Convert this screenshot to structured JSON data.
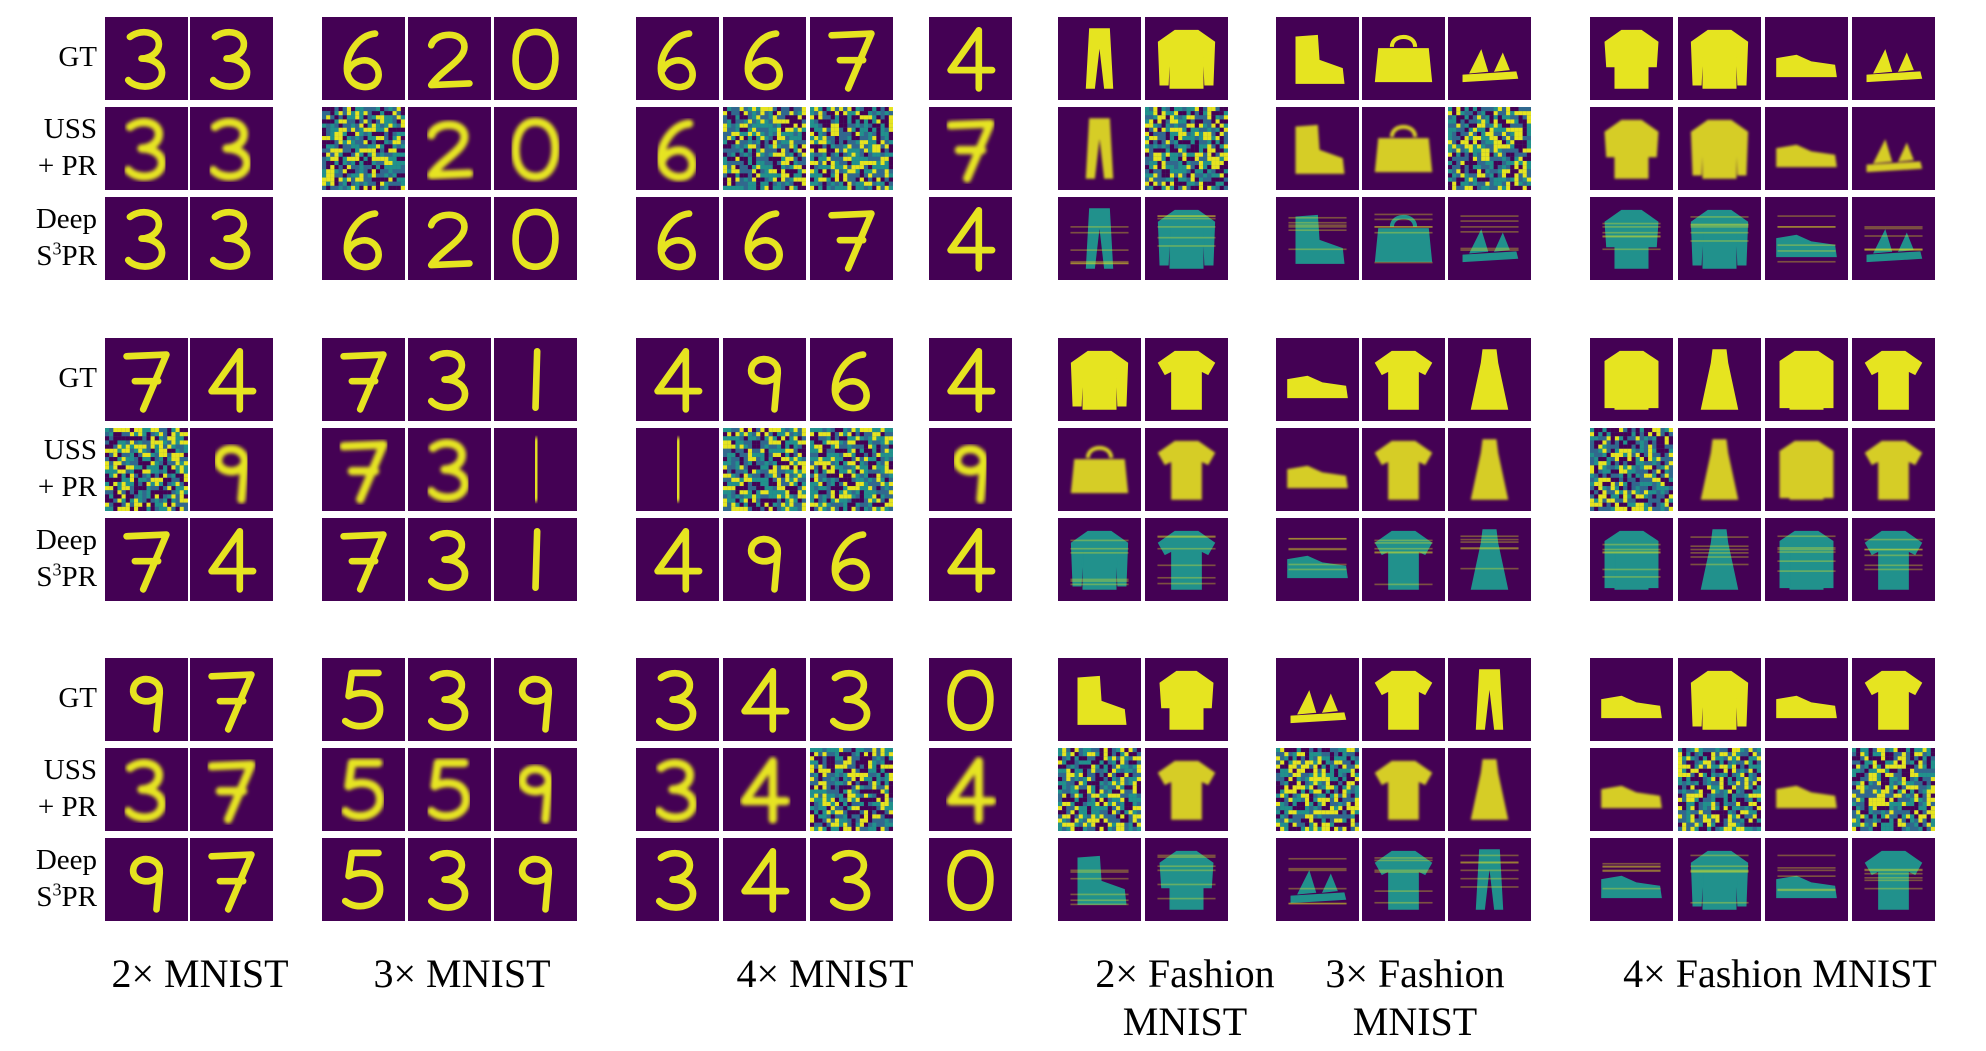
{
  "row_labels": {
    "gt": "GT",
    "uss": [
      "USS",
      "+ PR"
    ],
    "deep": [
      "Deep",
      "S",
      "3",
      "PR"
    ]
  },
  "column_labels": [
    [
      "2× MNIST"
    ],
    [
      "3× MNIST"
    ],
    [
      "4× MNIST"
    ],
    [
      "2× Fashion",
      "MNIST"
    ],
    [
      "3× Fashion",
      "MNIST"
    ],
    [
      "4× Fashion MNIST"
    ]
  ],
  "colors": {
    "background": "#440154",
    "foreground": "#e6e420",
    "mid": "#21918c",
    "noise_base": "#31688e"
  },
  "blocks": [
    {
      "gt": [
        [
          "3",
          "3"
        ],
        [
          "6",
          "2",
          "0"
        ],
        [
          "6",
          "6",
          "7",
          "4"
        ],
        [
          "pants",
          "sweater"
        ],
        [
          "boot",
          "bag",
          "sandal"
        ],
        [
          "shirt",
          "sweater",
          "sneaker",
          "sandal"
        ]
      ],
      "uss": [
        [
          "3",
          "3"
        ],
        [
          "noise",
          "2",
          "0"
        ],
        [
          "6",
          "noise",
          "noise",
          "7"
        ],
        [
          "pants",
          "noise"
        ],
        [
          "boot",
          "bag",
          "noise"
        ],
        [
          "shirt",
          "sweater",
          "sneaker",
          "sandal"
        ]
      ],
      "deep": [
        [
          "3",
          "3"
        ],
        [
          "6",
          "2",
          "0"
        ],
        [
          "6",
          "6",
          "7",
          "4"
        ],
        [
          "pants",
          "sweater"
        ],
        [
          "boot",
          "bag",
          "sandal"
        ],
        [
          "shirt",
          "sweater",
          "sneaker",
          "sandal"
        ]
      ]
    },
    {
      "gt": [
        [
          "7",
          "4"
        ],
        [
          "7",
          "3",
          "1"
        ],
        [
          "4",
          "9",
          "6",
          "4"
        ],
        [
          "pullover",
          "tshirt"
        ],
        [
          "sneaker",
          "tshirt",
          "dress"
        ],
        [
          "coat",
          "dress",
          "coat",
          "tshirt"
        ]
      ],
      "uss": [
        [
          "noise",
          "9"
        ],
        [
          "7",
          "3",
          "1"
        ],
        [
          "1",
          "noise",
          "noise",
          "9"
        ],
        [
          "bag",
          "tshirt"
        ],
        [
          "sneaker",
          "tshirt",
          "dress"
        ],
        [
          "noise",
          "dress",
          "coat",
          "tshirt"
        ]
      ],
      "deep": [
        [
          "7",
          "4"
        ],
        [
          "7",
          "3",
          "1"
        ],
        [
          "4",
          "9",
          "6",
          "4"
        ],
        [
          "pullover",
          "tshirt"
        ],
        [
          "sneaker",
          "tshirt",
          "dress"
        ],
        [
          "coat",
          "dress",
          "coat",
          "tshirt"
        ]
      ]
    },
    {
      "gt": [
        [
          "9",
          "7"
        ],
        [
          "5",
          "3",
          "9"
        ],
        [
          "3",
          "4",
          "3",
          "0"
        ],
        [
          "boot",
          "shirt"
        ],
        [
          "sandal",
          "tshirt",
          "pants"
        ],
        [
          "sneaker",
          "pullover",
          "sneaker",
          "tshirt"
        ]
      ],
      "uss": [
        [
          "3",
          "7"
        ],
        [
          "5",
          "5",
          "9"
        ],
        [
          "3",
          "4",
          "noise",
          "4"
        ],
        [
          "noise",
          "tshirt"
        ],
        [
          "noise",
          "tshirt",
          "dress"
        ],
        [
          "sneaker",
          "noise",
          "sneaker",
          "noise"
        ]
      ],
      "deep": [
        [
          "9",
          "7"
        ],
        [
          "5",
          "3",
          "9"
        ],
        [
          "3",
          "4",
          "3",
          "0"
        ],
        [
          "boot",
          "shirt"
        ],
        [
          "sandal",
          "tshirt",
          "pants"
        ],
        [
          "sneaker",
          "pullover",
          "sneaker",
          "tshirt"
        ]
      ]
    }
  ]
}
